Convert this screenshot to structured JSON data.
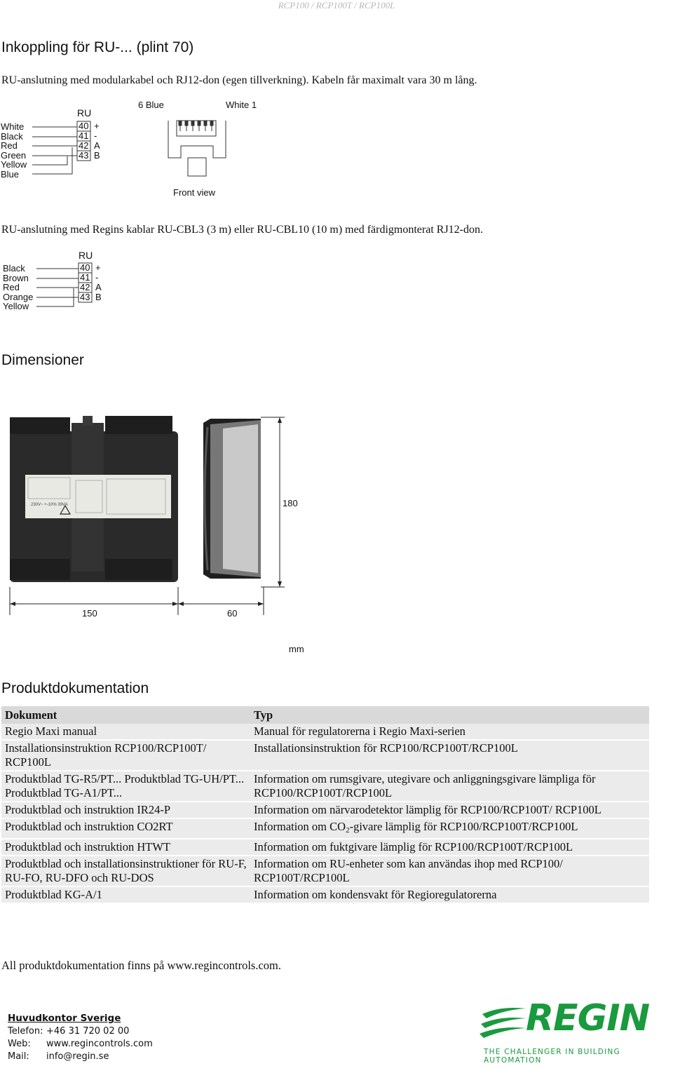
{
  "header": "RCP100 / RCP100T / RCP100L",
  "section1": {
    "title": "Inkoppling för RU-... (plint 70)",
    "text1": "RU-anslutning med modularkabel och RJ12-don (egen tillverkning). Kabeln får maximalt vara 30 m lång.",
    "diagram1": {
      "ru_label": "RU",
      "wires": [
        "White",
        "Black",
        "Red",
        "Green",
        "Yellow",
        "Blue"
      ],
      "terminals": [
        "40",
        "41",
        "42",
        "43"
      ],
      "signals": [
        "+",
        "-",
        "A",
        "B"
      ],
      "pin_left": "6 Blue",
      "pin_right": "White 1",
      "front_view": "Front view"
    },
    "text2": "RU-anslutning med Regins kablar RU-CBL3 (3 m) eller RU-CBL10 (10 m) med färdigmonterat RJ12-don.",
    "diagram2": {
      "ru_label": "RU",
      "wires": [
        "Black",
        "Brown",
        "Red",
        "Orange",
        "Yellow"
      ],
      "terminals": [
        "40",
        "41",
        "42",
        "43"
      ],
      "signals": [
        "+",
        "-",
        "A",
        "B"
      ]
    }
  },
  "dimensions": {
    "title": "Dimensioner",
    "height": "180",
    "width": "150",
    "depth": "60",
    "unit": "mm",
    "device_label": "230V~ +-10% 39VA"
  },
  "docs": {
    "title": "Produktdokumentation",
    "col_doc": "Dokument",
    "col_type": "Typ",
    "rows": [
      {
        "doc": "Regio Maxi manual",
        "type": "Manual för regulatorerna i Regio Maxi-serien"
      },
      {
        "doc": "Installationsinstruktion RCP100/RCP100T/ RCP100L",
        "type": "Installationsinstruktion för RCP100/RCP100T/RCP100L"
      },
      {
        "doc": "Produktblad TG-R5/PT... Produktblad TG-UH/PT... Produktblad TG-A1/PT...",
        "type": "Information om rumsgivare, utegivare och anliggningsgivare lämpliga för RCP100/RCP100T/RCP100L"
      },
      {
        "doc": "Produktblad och instruktion IR24-P",
        "type": "Information om närvarodetektor lämplig för RCP100/RCP100T/ RCP100L"
      },
      {
        "doc": "Produktblad och instruktion CO2RT",
        "type_pre": "Information om CO",
        "type_sub": "2",
        "type_post": "-givare lämplig för RCP100/RCP100T/RCP100L"
      },
      {
        "doc": "Produktblad och instruktion HTWT",
        "type": "Information om fuktgivare lämplig för RCP100/RCP100T/RCP100L"
      },
      {
        "doc": "Produktblad och installationsinstruktioner för RU-F, RU-FO, RU-DFO och RU-DOS",
        "type": "Information om RU-enheter som kan användas ihop med RCP100/ RCP100T/RCP100L"
      },
      {
        "doc": "Produktblad KG-A/1",
        "type": "Information om kondensvakt för Regioregulatorerna"
      }
    ],
    "note": "All produktdokumentation finns på www.regincontrols.com."
  },
  "footer": {
    "heading": "Huvudkontor Sverige",
    "phone_label": "Telefon:",
    "phone": "+46 31 720 02 00",
    "web_label": "Web:",
    "web": "www.regincontrols.com",
    "mail_label": "Mail:",
    "mail": "info@regin.se",
    "logo": "REGIN",
    "tagline": "THE CHALLENGER IN BUILDING AUTOMATION",
    "brand_color": "#1a9a3e"
  }
}
